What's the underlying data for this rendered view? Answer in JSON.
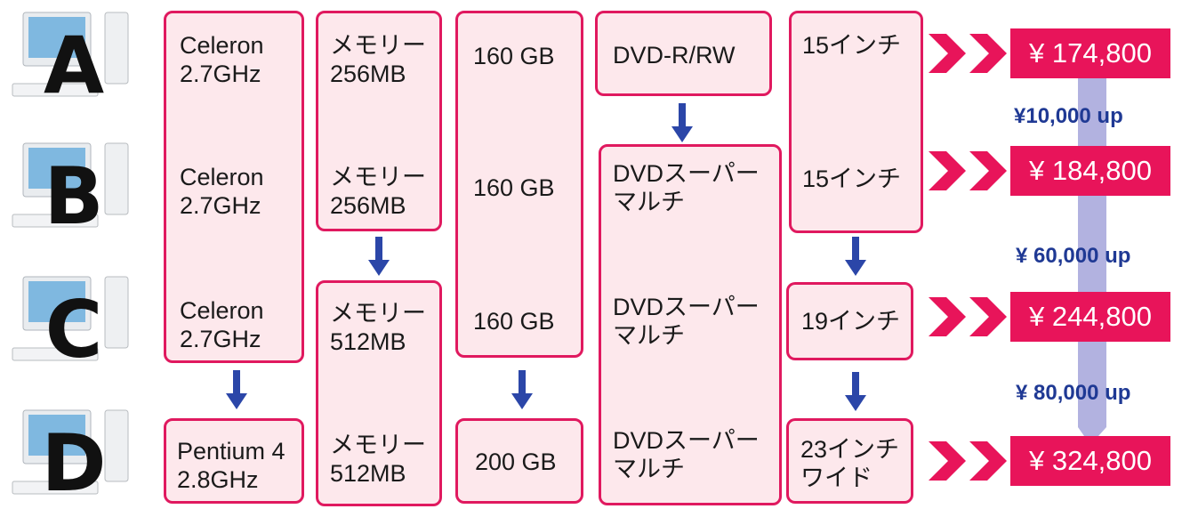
{
  "rows": [
    {
      "model_letter": "A",
      "cpu": [
        "Celeron",
        "2.7GHz"
      ],
      "memory": [
        "メモリー",
        "256MB"
      ],
      "hdd": "160 GB",
      "drive": [
        "DVD-R/RW"
      ],
      "display": [
        "15インチ"
      ],
      "price": "¥ 174,800"
    },
    {
      "model_letter": "B",
      "cpu": [
        "Celeron",
        "2.7GHz"
      ],
      "memory": [
        "メモリー",
        "256MB"
      ],
      "hdd": "160 GB",
      "drive": [
        "DVDスーパー",
        "マルチ"
      ],
      "display": [
        "15インチ"
      ],
      "price": "¥ 184,800"
    },
    {
      "model_letter": "C",
      "cpu": [
        "Celeron",
        "2.7GHz"
      ],
      "memory": [
        "メモリー",
        "512MB"
      ],
      "hdd": "160 GB",
      "drive": [
        "DVDスーパー",
        "マルチ"
      ],
      "display": [
        "19インチ"
      ],
      "price": "¥ 244,800"
    },
    {
      "model_letter": "D",
      "cpu": [
        "Pentium 4",
        "2.8GHz"
      ],
      "memory": [
        "メモリー",
        "512MB"
      ],
      "hdd": "200 GB",
      "drive": [
        "DVDスーパー",
        "マルチ"
      ],
      "display": [
        "23インチ",
        "ワイド"
      ],
      "price": "¥ 324,800"
    }
  ],
  "differences": [
    "¥10,000 up",
    "¥ 60,000 up",
    "¥ 80,000 up"
  ],
  "colors": {
    "accent": "#e8145a",
    "box_fill": "#fde8ec",
    "arrow": "#2b46a8",
    "band": "#a9a9dc"
  }
}
